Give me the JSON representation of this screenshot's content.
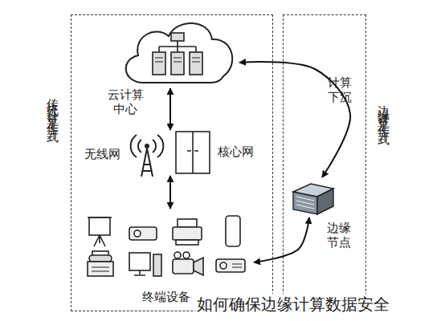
{
  "diagram": {
    "caption": "如何确保边缘计算数据安全",
    "nodes": [
      {
        "text": [
          "传统云计算工作方式"
        ]
      },
      {
        "text": [
          "边缘计算工作方式"
        ]
      },
      {
        "text": [
          "云计算中心"
        ],
        "in": 0
      },
      {
        "text": [
          "无线网"
        ],
        "in": 0
      },
      {
        "text": [
          "核心网"
        ],
        "in": 0
      },
      {
        "text": [
          "终端设备"
        ],
        "in": 0
      },
      {
        "text": [
          "边缘节点"
        ],
        "in": 1
      }
    ],
    "edges": [
      {
        "from": 2,
        "to": 4,
        "arrow": "both"
      },
      {
        "from": 4,
        "to": 5,
        "arrow": "both"
      },
      {
        "from": 2,
        "to": 6,
        "label": "计算下沉",
        "arrow": "both"
      },
      {
        "from": 6,
        "to": 5,
        "arrow": "both"
      }
    ]
  }
}
